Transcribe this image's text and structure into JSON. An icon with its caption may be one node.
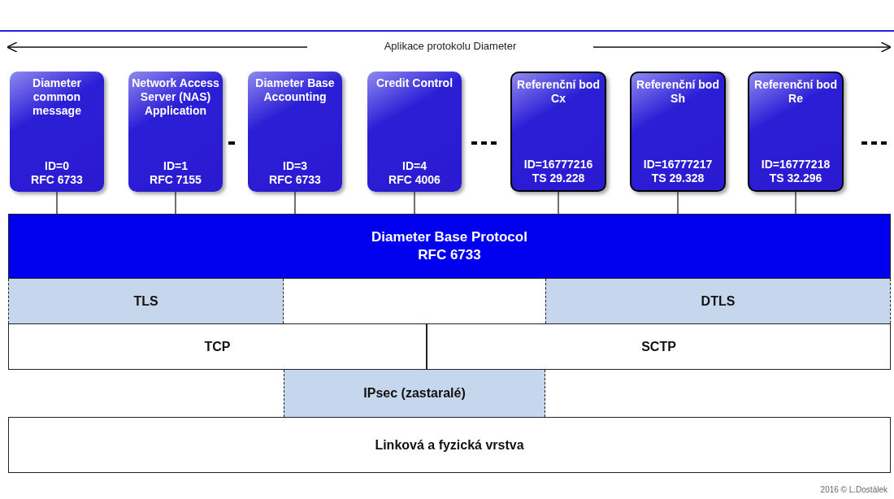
{
  "diagram": {
    "nodes": [
      {
        "text": [
          "Diameter common message",
          "ID=0",
          "RFC 6733"
        ]
      },
      {
        "text": [
          "Network Access Server (NAS) Application",
          "ID=1",
          "RFC 7155"
        ]
      },
      {
        "text": [
          "Diameter Base Accounting",
          "ID=3",
          "RFC 6733"
        ]
      },
      {
        "text": [
          "Credit Control",
          "ID=4",
          "RFC 4006"
        ]
      },
      {
        "text": [
          "Referenční bod Cx",
          "ID=16777216",
          "TS 29.228"
        ]
      },
      {
        "text": [
          "Referenční bod Sh",
          "ID=16777217",
          "TS 29.328"
        ]
      },
      {
        "text": [
          "Referenční bod Re",
          "ID=16777218",
          "TS 32.296"
        ]
      },
      {
        "text": [
          "Diameter Base Protocol",
          "RFC 6733"
        ]
      },
      {
        "text": [
          "TLS"
        ]
      },
      {
        "text": [
          "DTLS"
        ]
      },
      {
        "text": [
          "TCP"
        ]
      },
      {
        "text": [
          "SCTP"
        ]
      },
      {
        "text": [
          "IPsec (zastaralé)"
        ]
      },
      {
        "text": [
          "Linková a fyzická vrstva"
        ]
      }
    ],
    "edges": [
      {
        "from": 0,
        "to": 7,
        "arrow": "none"
      },
      {
        "from": 1,
        "to": 7,
        "arrow": "none"
      },
      {
        "from": 2,
        "to": 7,
        "arrow": "none"
      },
      {
        "from": 3,
        "to": 7,
        "arrow": "none"
      },
      {
        "from": 4,
        "to": 7,
        "arrow": "none"
      },
      {
        "from": 5,
        "to": 7,
        "arrow": "none"
      },
      {
        "from": 6,
        "to": 7,
        "arrow": "none"
      }
    ],
    "labels": [
      "Aplikace protokolu Diameter",
      "2016 © L.Dostálek"
    ]
  }
}
